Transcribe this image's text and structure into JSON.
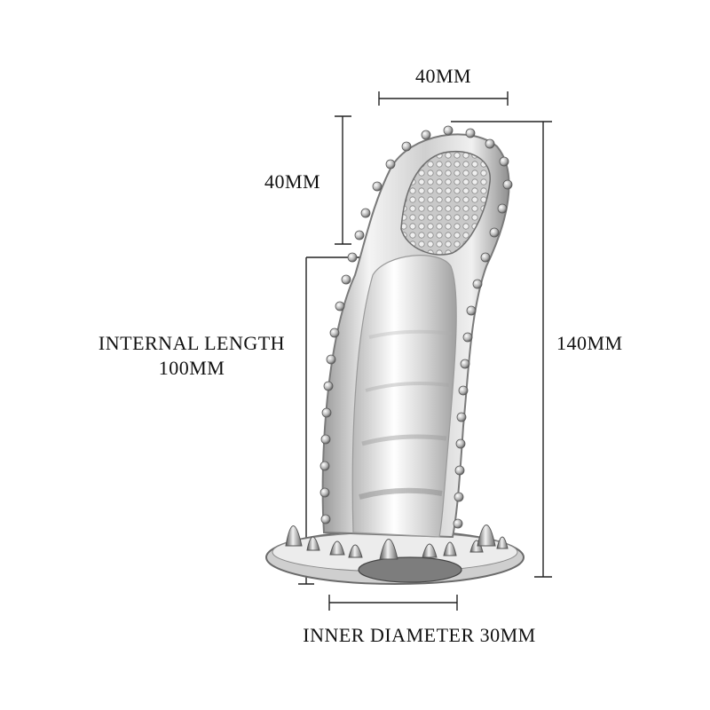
{
  "dimensions": {
    "top_width": "40MM",
    "tip_length": "40MM",
    "internal_length_line1": "INTERNAL LENGTH",
    "internal_length_line2": "100MM",
    "total_length": "140MM",
    "inner_diameter": "INNER DIAMETER 30MM"
  },
  "colors": {
    "dimension_line": "#222222",
    "product_body": "#d9d9d9",
    "product_edge": "#8a8a8a"
  }
}
